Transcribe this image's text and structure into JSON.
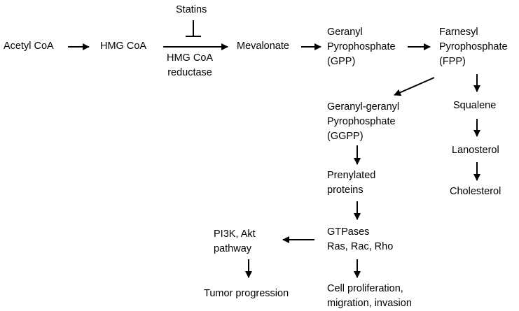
{
  "nodes": {
    "acetyl_coa": [
      "Acetyl CoA"
    ],
    "hmg_coa": [
      "HMG CoA"
    ],
    "statins": [
      "Statins"
    ],
    "hmg_coa_reductase": [
      "HMG CoA",
      "reductase"
    ],
    "mevalonate": [
      "Mevalonate"
    ],
    "gpp": [
      "Geranyl",
      "Pyrophosphate",
      "(GPP)"
    ],
    "fpp": [
      "Farnesyl",
      "Pyrophosphate",
      "(FPP)"
    ],
    "ggpp": [
      "Geranyl-geranyl",
      "Pyrophosphate",
      "(GGPP)"
    ],
    "squalene": [
      "Squalene"
    ],
    "lanosterol": [
      "Lanosterol"
    ],
    "cholesterol": [
      "Cholesterol"
    ],
    "prenylated_proteins": [
      "Prenylated",
      "proteins"
    ],
    "gtpases": [
      "GTPases",
      "Ras, Rac, Rho"
    ],
    "pi3k_akt": [
      "PI3K, Akt",
      "pathway"
    ],
    "tumor_progression": [
      "Tumor progression"
    ],
    "cell_proliferation": [
      "Cell proliferation,",
      "migration, invasion"
    ]
  },
  "colors": {
    "text": "#000000",
    "arrow": "#000000",
    "background": "#ffffff"
  }
}
